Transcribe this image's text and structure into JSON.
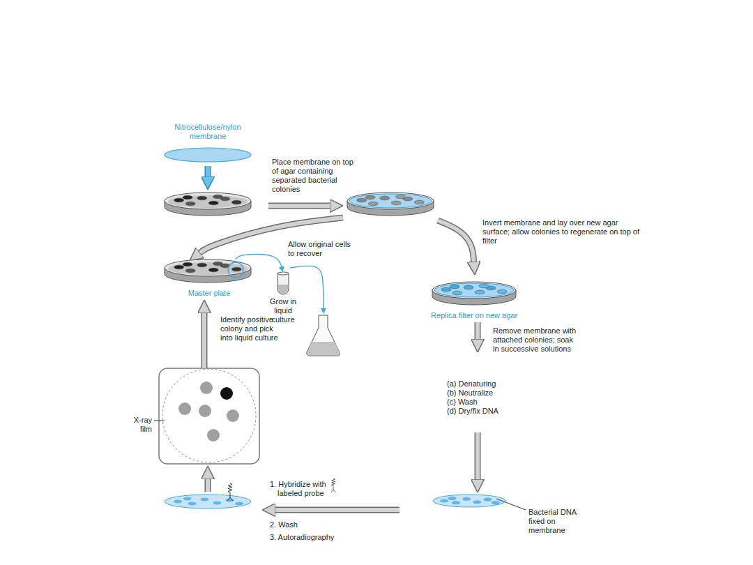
{
  "diagram": {
    "nodes": [
      {
        "text": [
          "Nitrocellulose/nylon membrane"
        ]
      },
      {
        "text": [
          "Master plate"
        ]
      },
      {
        "text": [
          "Grow in liquid culture"
        ]
      },
      {
        "text": [
          "Replica filter on new agar"
        ]
      },
      {
        "text": [
          "X-ray film"
        ]
      },
      {
        "text": [
          "Bacterial DNA fixed on membrane"
        ]
      }
    ],
    "edges": [
      {
        "from": 4,
        "to": 1,
        "arrow": "to",
        "label": "Identify positive colony and pick into liquid culture"
      },
      {
        "from": 1,
        "to": 2,
        "arrow": "to"
      },
      {
        "from": 3,
        "to": 5,
        "arrow": "to",
        "label": "Remove membrane with attached colonies; soak in successive solutions"
      }
    ],
    "labels": [
      "Place membrane on top of agar containing separated bacterial colonies",
      "Allow original cells to recover",
      "Invert membrane and lay over new agar surface; allow colonies to regenerate on top of filter",
      "(a) Denaturing",
      "(b) Neutralize",
      "(c) Wash",
      "(d) Dry/fix DNA",
      "1. Hybridize with labeled probe",
      "2. Wash",
      "3. Autoradiography"
    ]
  }
}
